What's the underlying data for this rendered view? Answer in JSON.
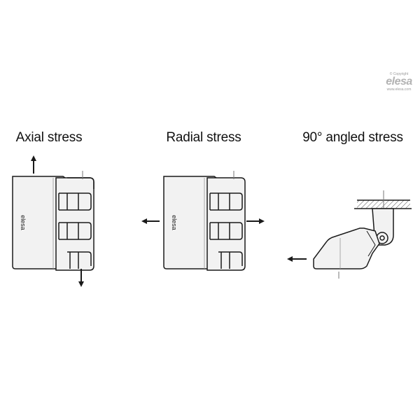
{
  "figure": {
    "panels": [
      {
        "id": "axial",
        "title": "Axial stress"
      },
      {
        "id": "radial",
        "title": "Radial stress"
      },
      {
        "id": "angled",
        "title": "90° angled stress"
      }
    ],
    "hinge_mark": "elesa"
  },
  "logo": {
    "copyright": "© Copyright",
    "brand": "elesa",
    "url": "www.elesa.com"
  },
  "colors": {
    "outline": "#1a1a1a",
    "fill": "#f2f2f2",
    "hatch": "#555555",
    "logo_gray": "#b3b3b3"
  }
}
